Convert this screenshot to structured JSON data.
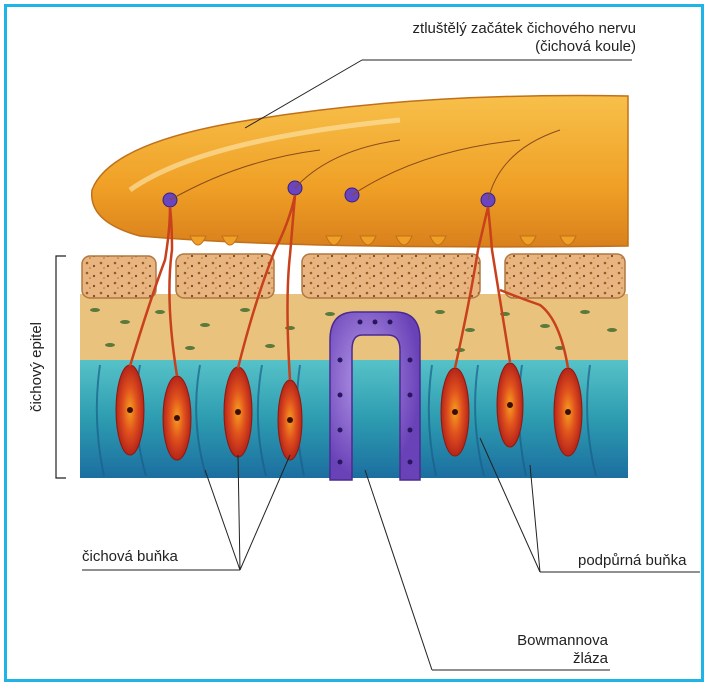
{
  "labels": {
    "bulb_line1": "ztluštělý začátek čichového nervu",
    "bulb_line2": "(čichová koule)",
    "epithelium": "čichový epitel",
    "olfactory_cell": "čichová buňka",
    "supporting_cell": "podpůrná buňka",
    "bowman_line1": "Bowmannova",
    "bowman_line2": "žláza"
  },
  "colors": {
    "frame": "#1fb4e8",
    "bulb": "#f2a02a",
    "bone": "#e6b27a",
    "lamina": "#e9c27e",
    "epithelium": "#2f9fb0",
    "olfactory_cell": "#d8431e",
    "gland": "#7a56c4",
    "neuron": "#6a45c0"
  }
}
